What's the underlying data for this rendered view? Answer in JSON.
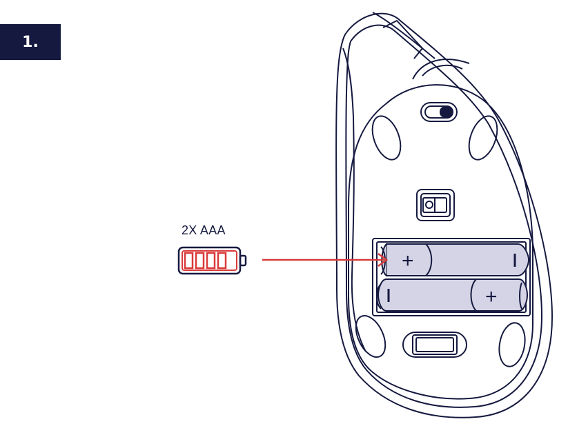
{
  "step": {
    "number_label": "1."
  },
  "battery": {
    "label": "2X AAA",
    "bars_count": 4,
    "bar_color": "#d93a3a",
    "outline_color": "#15193f"
  },
  "colors": {
    "line": "#15193f",
    "badge_bg": "#15193f",
    "arrow": "#d93a3a",
    "battery_fill": "#d4d4e6"
  },
  "batteries": [
    {
      "name": "top-battery",
      "symbols": [
        "+",
        "I"
      ]
    },
    {
      "name": "bottom-battery",
      "symbols": [
        "I",
        "+"
      ]
    }
  ],
  "icons": [
    "battery-icon",
    "arrow-icon",
    "mouse-underside-icon",
    "power-switch-icon",
    "dpi-switch-icon"
  ]
}
